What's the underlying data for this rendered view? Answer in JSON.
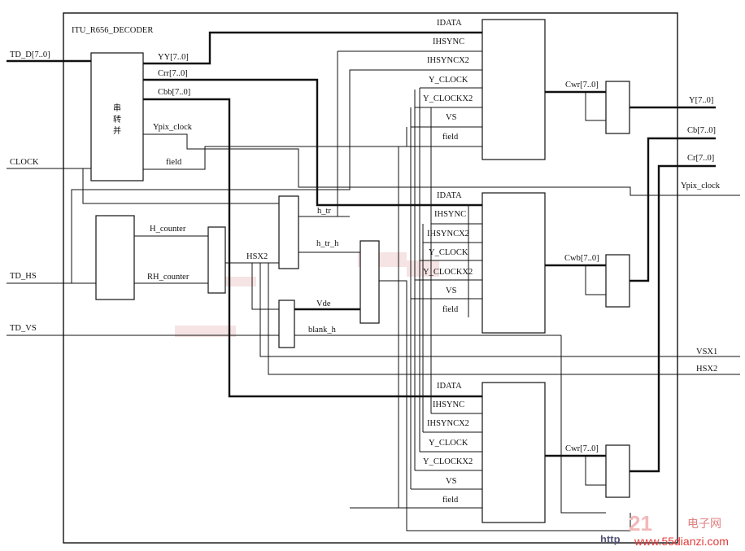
{
  "title": "ITU_R656_DECODER",
  "inputs": {
    "td_d": "TD_D[7..0]",
    "clock": "CLOCK",
    "td_hs": "TD_HS",
    "td_vs": "TD_VS"
  },
  "s2p": {
    "name_chars": [
      "串",
      "转",
      "并"
    ],
    "yy": "YY[7..0]",
    "crr": "Crr[7..0]",
    "cbb": "Cbb[7..0]",
    "ypix": "Ypix_clock",
    "field": "field"
  },
  "counter": {
    "h_counter": "H_counter",
    "rh_counter": "RH_counter"
  },
  "sync": {
    "hsx2": "HSX2",
    "h_tr": "h_tr",
    "h_tr_h": "h_tr_h",
    "vde": "Vde",
    "blank_h": "blank_h"
  },
  "channel_ports": [
    "IDATA",
    "IHSYNC",
    "IHSYNCX2",
    "Y_CLOCK",
    "Y_CLOCKX2",
    "VS",
    "field"
  ],
  "mux_outputs": [
    "Cwr[7..0]",
    "Cwb[7..0]",
    "Cwr[7..0]"
  ],
  "outputs": {
    "y": "Y[7..0]",
    "cb": "Cb[7..0]",
    "cr": "Cr[7..0]",
    "ypix": "Ypix_clock",
    "vsx1": "VSX1",
    "hsx2": "HSX2"
  },
  "watermark": {
    "url": "www.55dianzi.com",
    "logo_num": "21",
    "logo_cn": "电子网",
    "http": "http"
  }
}
